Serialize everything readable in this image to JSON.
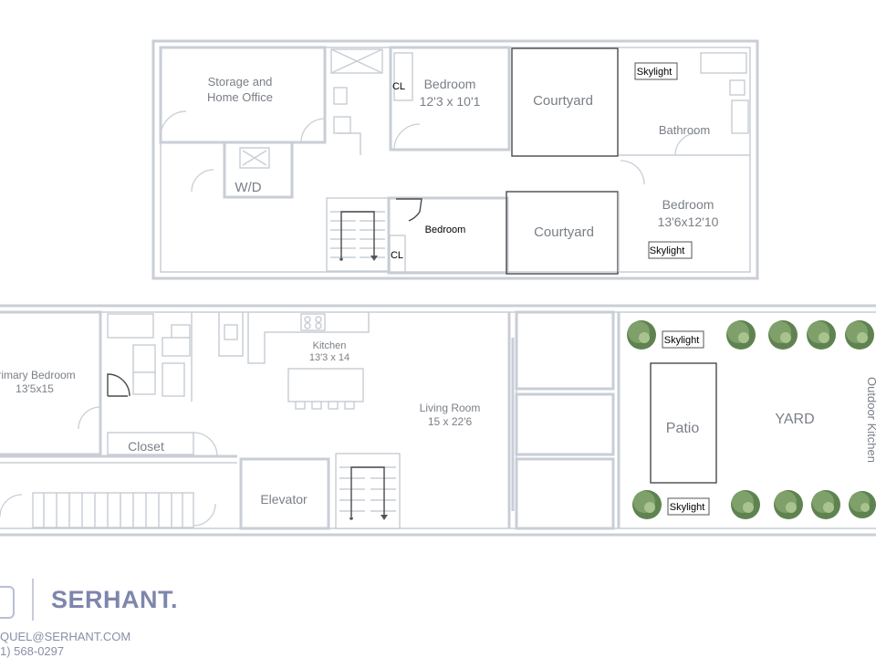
{
  "upper_floor": {
    "rooms": {
      "storage_line1": "Storage and",
      "storage_line2": "Home Office",
      "wd": "W/D",
      "bedroom1_name": "Bedroom",
      "bedroom1_size": "12'3 x 10'1",
      "closet1": "CL",
      "courtyard1": "Courtyard",
      "skylight1": "Skylight",
      "bathroom": "Bathroom",
      "bedroom2_name": "Bedroom",
      "bedroom2_size": "13'6x12'10",
      "skylight2": "Skylight",
      "bedroom3": "Bedroom",
      "closet2": "CL",
      "courtyard2": "Courtyard"
    }
  },
  "lower_floor": {
    "rooms": {
      "primary_name": "rimary Bedroom",
      "primary_size": "13'5x15",
      "kitchen_name": "Kitchen",
      "kitchen_size": "13'3 x 14",
      "living_name": "Living Room",
      "living_size": "15 x 22'6",
      "closet": "Closet",
      "elevator": "Elevator",
      "skylight_top": "Skylight",
      "skylight_bottom": "Skylight",
      "patio": "Patio",
      "yard": "YARD",
      "outdoor_kitchen": "Outdoor Kitchen"
    }
  },
  "footer": {
    "brand": "SERHANT.",
    "email": "QUEL@SERHANT.COM",
    "phone": "1) 568-0297"
  },
  "colors": {
    "wall": "#c9ced6",
    "label": "#7a7f86",
    "brand": "#7f86ad",
    "tree": "#7fa06a"
  }
}
